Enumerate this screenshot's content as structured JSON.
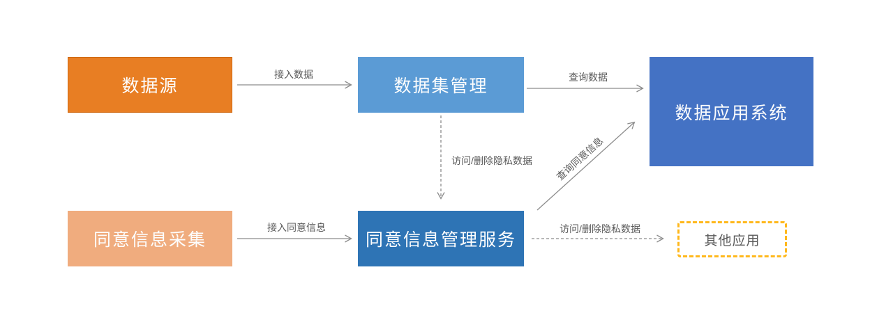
{
  "diagram": {
    "nodes": [
      {
        "id": "data-source",
        "label": "数据源",
        "fill": "#E87E23",
        "border_color": "#D0680F",
        "text_color": "#FDFDFD"
      },
      {
        "id": "dataset-management",
        "label": "数据集管理",
        "fill": "#5B9BD5",
        "text_color": "#FDFDFD"
      },
      {
        "id": "data-application-system",
        "label": "数据应用系统",
        "fill": "#4472C4",
        "text_color": "#FDFDFD"
      },
      {
        "id": "consent-info-collection",
        "label": "同意信息采集",
        "fill": "#F0AC7E",
        "text_color": "#FDFDFD"
      },
      {
        "id": "consent-info-management-service",
        "label": "同意信息管理服务",
        "fill": "#2E74B5",
        "text_color": "#FDFDFD"
      },
      {
        "id": "other-applications",
        "label": "其他应用",
        "fill": "#FFFFFF",
        "border_color": "#FFB81C",
        "text_color": "#595959"
      }
    ],
    "edges": [
      {
        "from": "data-source",
        "to": "dataset-management",
        "label": "接入数据",
        "style": "solid"
      },
      {
        "from": "dataset-management",
        "to": "data-application-system",
        "label": "查询数据",
        "style": "solid"
      },
      {
        "from": "dataset-management",
        "to": "consent-info-management-service",
        "label": "访问/删除隐私数据",
        "style": "dashed"
      },
      {
        "from": "consent-info-collection",
        "to": "consent-info-management-service",
        "label": "接入同意信息",
        "style": "solid"
      },
      {
        "from": "consent-info-management-service",
        "to": "data-application-system",
        "label": "查询同意信息",
        "style": "solid"
      },
      {
        "from": "consent-info-management-service",
        "to": "other-applications",
        "label": "访问/删除隐私数据",
        "style": "dashed"
      }
    ],
    "line_color": "#8C8C8C",
    "label_color": "#595959"
  }
}
